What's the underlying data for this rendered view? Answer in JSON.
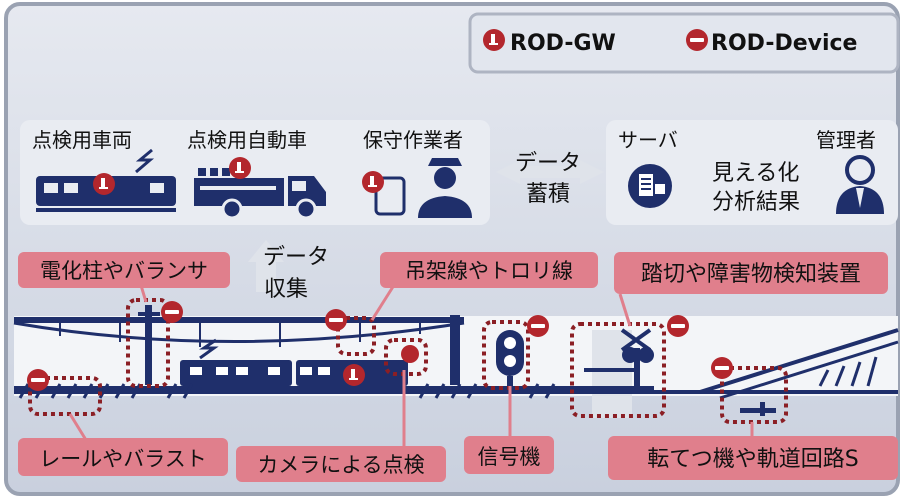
{
  "legend": {
    "gw_label": "ROD-GW",
    "device_label": "ROD-Device"
  },
  "top_panel": {
    "inspection_car": "点検用車両",
    "inspection_vehicle": "点検用自動車",
    "maintenance_worker": "保守作業者",
    "data_storage_line1": "データ",
    "data_storage_line2": "蓄積",
    "server": "サーバ",
    "admin": "管理者",
    "visualize_line1": "見える化",
    "visualize_line2": "分析結果"
  },
  "data_collection_line1": "データ",
  "data_collection_line2": "収集",
  "callouts": {
    "pole": "電化柱やバランサ",
    "catenary": "吊架線やトロリ線",
    "crossing": "踏切や障害物検知装置",
    "rail": "レールやバラスト",
    "camera": "カメラによる点検",
    "signal": "信号機",
    "switch": "転てつ機や軌道回路S"
  },
  "colors": {
    "panel_bg": "#e9ecf2",
    "scene_bg": "#d3d9e6",
    "navy": "#1f2f6b",
    "callout_fill": "#e07f8c",
    "device_red": "#b3272d"
  }
}
